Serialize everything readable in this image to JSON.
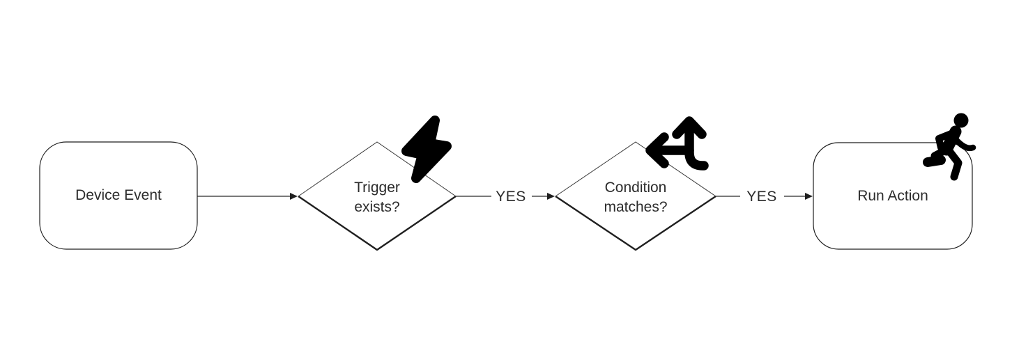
{
  "diagram": {
    "colors": {
      "background": "#ffffff",
      "node_stroke": "#1f1f1f",
      "edge_stroke": "#4d4d4d",
      "text": "#2b2b2b",
      "icon": "#000000"
    },
    "nodes": [
      {
        "id": "device-event",
        "shape": "rounded-rectangle",
        "label": "Device Event"
      },
      {
        "id": "trigger-exists",
        "shape": "diamond",
        "label": "Trigger exists?",
        "icon": "lightning-bolt-icon"
      },
      {
        "id": "condition-matches",
        "shape": "diamond",
        "label": "Condition matches?",
        "icon": "arrows-split-up-left-icon"
      },
      {
        "id": "run-action",
        "shape": "rounded-rectangle",
        "label": "Run Action",
        "icon": "person-running-icon"
      }
    ],
    "edges": [
      {
        "from": "device-event",
        "to": "trigger-exists",
        "label": ""
      },
      {
        "from": "trigger-exists",
        "to": "condition-matches",
        "label": "YES"
      },
      {
        "from": "condition-matches",
        "to": "run-action",
        "label": "YES"
      }
    ]
  }
}
